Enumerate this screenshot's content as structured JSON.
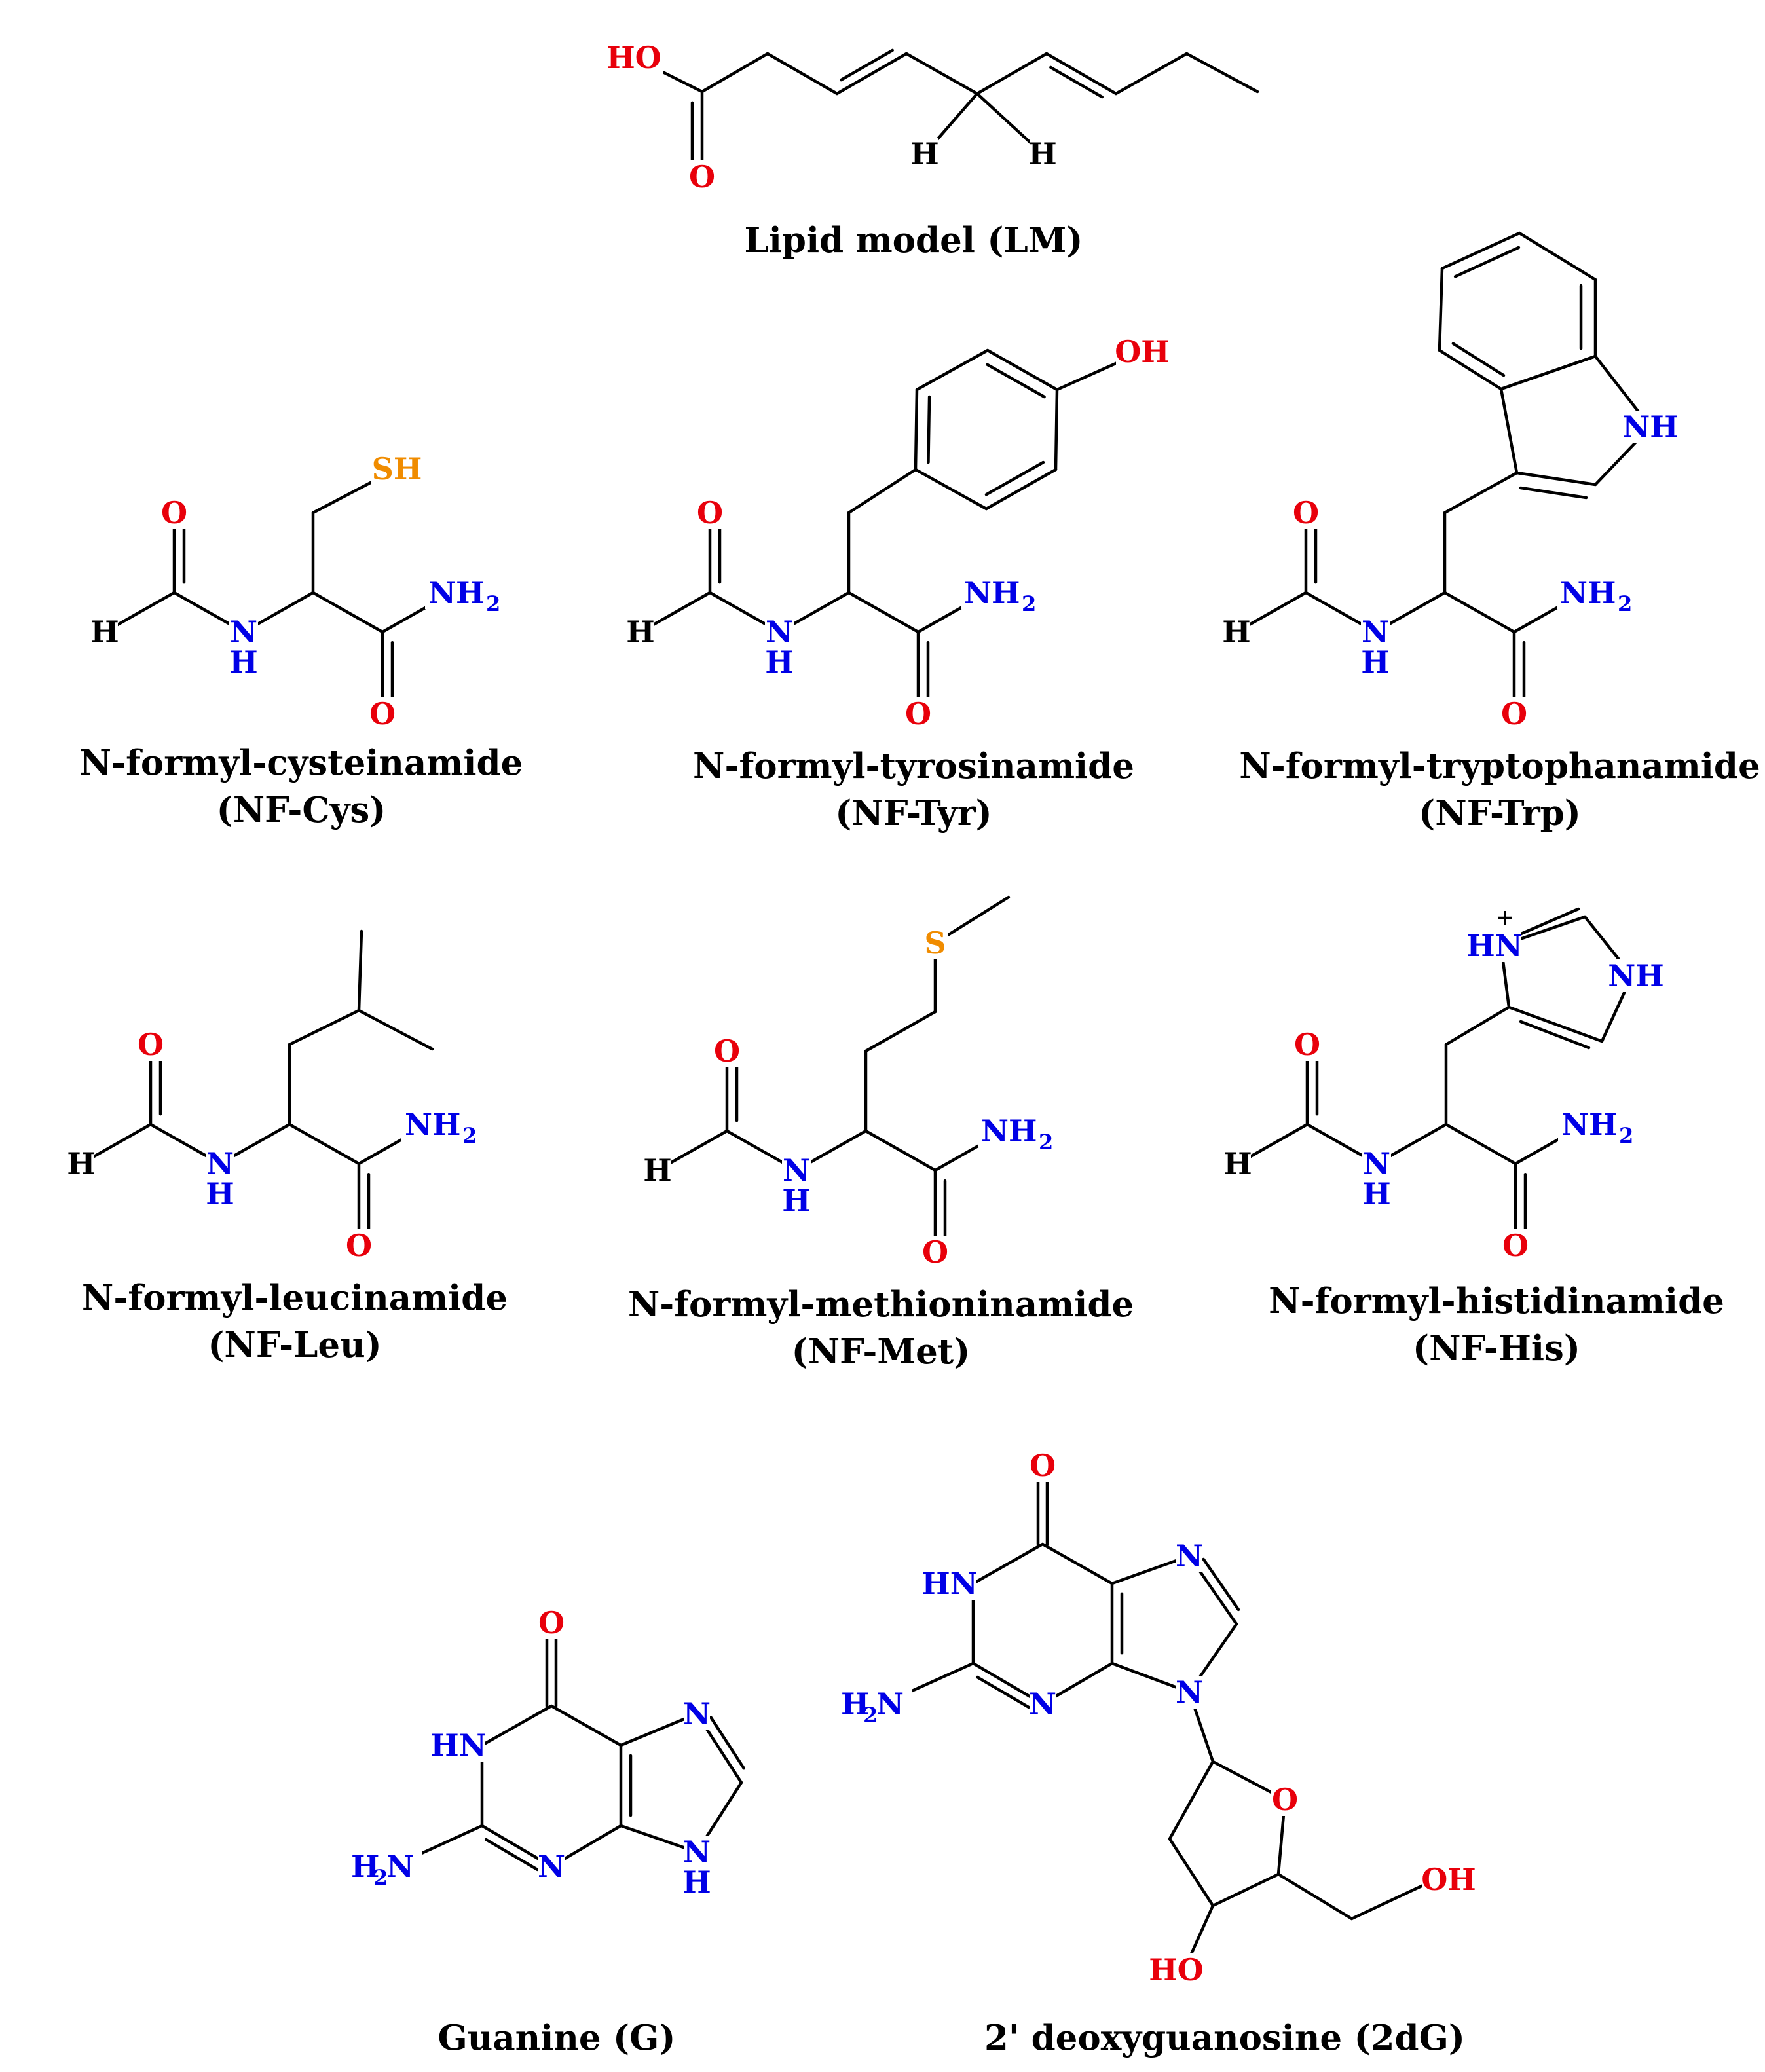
{
  "colors": {
    "oxygen": "#e8000b",
    "nitrogen": "#0000e6",
    "sulfur": "#f08c00",
    "carbon_hydrogen": "#000000"
  },
  "atoms": {
    "ho": "HO",
    "o": "O",
    "oh": "OH",
    "h": "H",
    "n": "N",
    "nh": "NH",
    "hn": "HN",
    "nh2": "NH",
    "h2n_h": "H",
    "h2n_n": "N",
    "two": "2",
    "sh": "SH",
    "s": "S",
    "plus": "+"
  },
  "captions": {
    "lm": "Lipid model (LM)",
    "cys_name": "N-formyl-cysteinamide",
    "cys_abbr": "(NF-Cys)",
    "tyr_name": "N-formyl-tyrosinamide",
    "tyr_abbr": "(NF-Tyr)",
    "trp_name": "N-formyl-tryptophanamide",
    "trp_abbr": "(NF-Trp)",
    "leu_name": "N-formyl-leucinamide",
    "leu_abbr": "(NF-Leu)",
    "met_name": "N-formyl-methioninamide",
    "met_abbr": "(NF-Met)",
    "his_name": "N-formyl-histidinamide",
    "his_abbr": "(NF-His)",
    "g": "Guanine (G)",
    "dg": "2' deoxyguanosine (2dG)"
  }
}
